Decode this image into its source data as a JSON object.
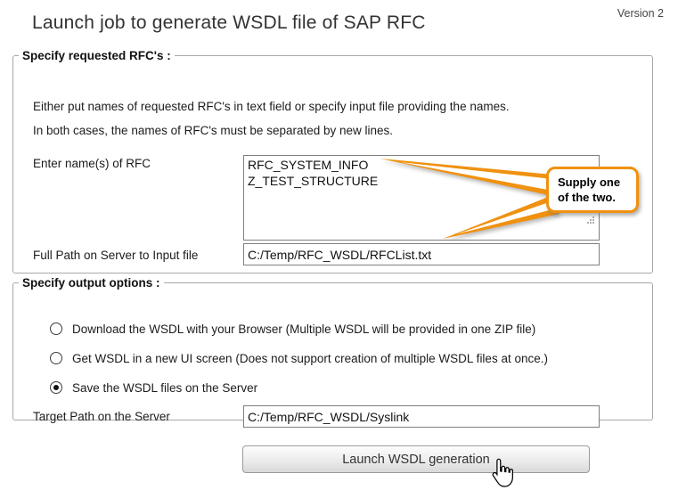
{
  "page": {
    "title": "Launch job to generate WSDL file of SAP RFC",
    "version": "Version 2"
  },
  "rfc_section": {
    "legend": "Specify requested RFC's :",
    "instruction_line1": "Either put names of requested RFC's in text field or specify input file providing the names.",
    "instruction_line2": "In both cases, the names of RFC's must be separated by new lines.",
    "rfc_names": {
      "label": "Enter name(s) of RFC",
      "value": "RFC_SYSTEM_INFO\nZ_TEST_STRUCTURE"
    },
    "input_file": {
      "label": "Full Path on Server to Input file",
      "value": "C:/Temp/RFC_WSDL/RFCList.txt"
    },
    "callout": {
      "text": "Supply one of the two."
    }
  },
  "output_section": {
    "legend": "Specify output options :",
    "options": [
      {
        "label": "Download the WSDL with your Browser (Multiple WSDL will be provided in one ZIP file)",
        "selected": false
      },
      {
        "label": "Get WSDL in a new UI screen (Does not support creation of multiple WSDL files at once.)",
        "selected": false
      },
      {
        "label": "Save the WSDL files on the Server",
        "selected": true
      }
    ],
    "target_path": {
      "label": "Target Path on the Server",
      "value": "C:/Temp/RFC_WSDL/Syslink"
    }
  },
  "actions": {
    "launch_button": "Launch WSDL generation"
  },
  "colors": {
    "callout_orange": "#F0910F",
    "fieldset_border": "#a8a8a8",
    "button_face": "#e6e6e6"
  }
}
